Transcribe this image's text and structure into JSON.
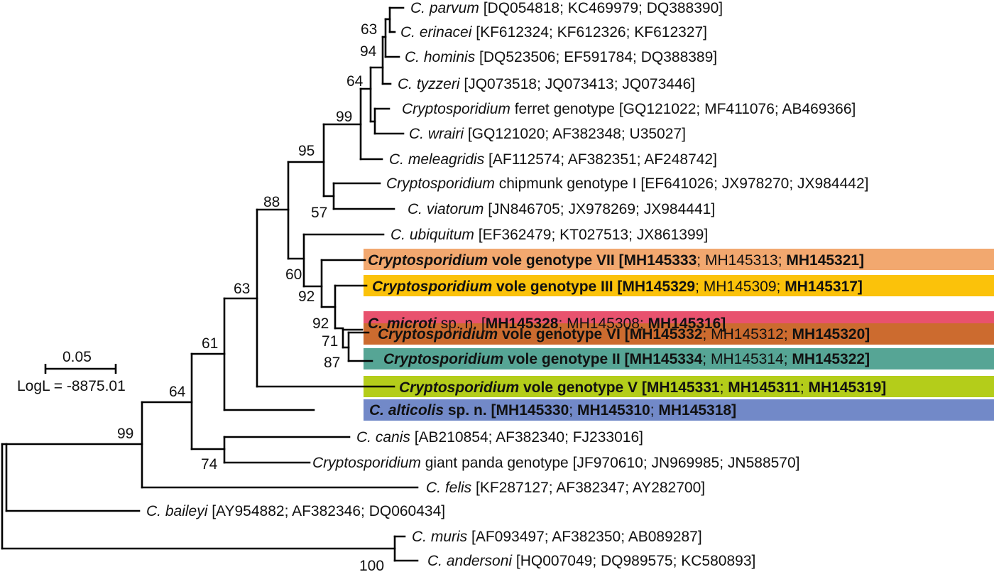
{
  "scale_bar": {
    "value": "0.05",
    "logl": "LogL = -8875.01"
  },
  "taxa": [
    {
      "id": "parvum",
      "species": "C. parvum",
      "accessions": [
        {
          "acc": "DQ054818"
        },
        {
          "acc": "KC469979"
        },
        {
          "acc": "DQ388390"
        }
      ]
    },
    {
      "id": "erinacei",
      "species": "C. erinacei",
      "accessions": [
        {
          "acc": "KF612324"
        },
        {
          "acc": "KF612326"
        },
        {
          "acc": "KF612327"
        }
      ]
    },
    {
      "id": "hominis",
      "species": "C. hominis",
      "accessions": [
        {
          "acc": "DQ523506"
        },
        {
          "acc": "EF591784"
        },
        {
          "acc": "DQ388389"
        }
      ]
    },
    {
      "id": "tyzzeri",
      "species": "C. tyzzeri",
      "accessions": [
        {
          "acc": "JQ073518"
        },
        {
          "acc": "JQ073413"
        },
        {
          "acc": "JQ073446"
        }
      ]
    },
    {
      "id": "ferret",
      "species": "Cryptosporidium",
      "suffix": "ferret genotype",
      "accessions": [
        {
          "acc": "GQ121022"
        },
        {
          "acc": "MF411076"
        },
        {
          "acc": "AB469366"
        }
      ]
    },
    {
      "id": "wrairi",
      "species": "C. wrairi",
      "accessions": [
        {
          "acc": "GQ121020"
        },
        {
          "acc": "AF382348"
        },
        {
          "acc": "U35027"
        }
      ]
    },
    {
      "id": "meleagridis",
      "species": "C. meleagridis",
      "accessions": [
        {
          "acc": "AF112574"
        },
        {
          "acc": "AF382351"
        },
        {
          "acc": "AF248742"
        }
      ]
    },
    {
      "id": "chipmunk",
      "species": "Cryptosporidium",
      "suffix": "chipmunk genotype I",
      "accessions": [
        {
          "acc": "EF641026"
        },
        {
          "acc": "JX978270"
        },
        {
          "acc": "JX984442"
        }
      ]
    },
    {
      "id": "viatorum",
      "species": "C. viatorum",
      "accessions": [
        {
          "acc": "JN846705"
        },
        {
          "acc": "JX978269"
        },
        {
          "acc": "JX984441"
        }
      ]
    },
    {
      "id": "ubiquitum",
      "species": "C. ubiquitum",
      "accessions": [
        {
          "acc": "EF362479"
        },
        {
          "acc": "KT027513"
        },
        {
          "acc": "JX861399"
        }
      ]
    },
    {
      "id": "voleVII",
      "species": "Cryptosporidium",
      "suffix": "vole genotype VII",
      "bold": true,
      "highlight": "#f2a86f",
      "accessions": [
        {
          "acc": "MH145333",
          "bold": true
        },
        {
          "acc": "MH145313",
          "bold": false
        },
        {
          "acc": "MH145321",
          "bold": true
        }
      ]
    },
    {
      "id": "voleIII",
      "species": "Cryptosporidium",
      "suffix": "vole genotype III",
      "bold": true,
      "highlight": "#fbc20a",
      "accessions": [
        {
          "acc": "MH145329",
          "bold": true
        },
        {
          "acc": "MH145309",
          "bold": false
        },
        {
          "acc": "MH145317",
          "bold": true
        }
      ]
    },
    {
      "id": "microti",
      "species": "C. microti",
      "suffix": "sp. n.",
      "bold": false,
      "highlight": "#e8526e",
      "accessions": [
        {
          "acc": "MH145328",
          "bold": true
        },
        {
          "acc": "MH145308",
          "bold": false
        },
        {
          "acc": "MH145316",
          "bold": true
        }
      ]
    },
    {
      "id": "voleVI",
      "species": "Cryptosporidium",
      "suffix": "vole genotype VI",
      "bold": true,
      "highlight": "#cc6b2f",
      "accessions": [
        {
          "acc": "MH145332",
          "bold": true
        },
        {
          "acc": "MH145312",
          "bold": false
        },
        {
          "acc": "MH145320",
          "bold": true
        }
      ]
    },
    {
      "id": "voleII",
      "species": "Cryptosporidium",
      "suffix": "vole genotype II",
      "bold": true,
      "highlight": "#56a595",
      "accessions": [
        {
          "acc": "MH145334",
          "bold": true
        },
        {
          "acc": "MH145314",
          "bold": false
        },
        {
          "acc": "MH145322",
          "bold": true
        }
      ]
    },
    {
      "id": "voleV",
      "species": "Cryptosporidium",
      "suffix": "vole genotype V",
      "bold": true,
      "highlight": "#b4cd1a",
      "accessions": [
        {
          "acc": "MH145331",
          "bold": true
        },
        {
          "acc": "MH145311",
          "bold": true
        },
        {
          "acc": "MH145319",
          "bold": true
        }
      ]
    },
    {
      "id": "alticolis",
      "species": "C. alticolis",
      "suffix": "sp. n.",
      "bold": true,
      "highlight": "#7289c8",
      "accessions": [
        {
          "acc": "MH145330",
          "bold": true
        },
        {
          "acc": "MH145310",
          "bold": true
        },
        {
          "acc": "MH145318",
          "bold": true
        }
      ]
    },
    {
      "id": "canis",
      "species": "C. canis",
      "accessions": [
        {
          "acc": "AB210854"
        },
        {
          "acc": "AF382340"
        },
        {
          "acc": "FJ233016"
        }
      ]
    },
    {
      "id": "panda",
      "species": "Cryptosporidium",
      "suffix": "giant panda genotype",
      "accessions": [
        {
          "acc": "JF970610"
        },
        {
          "acc": "JN969985"
        },
        {
          "acc": "JN588570"
        }
      ]
    },
    {
      "id": "felis",
      "species": "C. felis",
      "accessions": [
        {
          "acc": "KF287127"
        },
        {
          "acc": "AF382347"
        },
        {
          "acc": "AY282700"
        }
      ]
    },
    {
      "id": "baileyi",
      "species": "C. baileyi",
      "accessions": [
        {
          "acc": "AY954882"
        },
        {
          "acc": "AF382346"
        },
        {
          "acc": "DQ060434"
        }
      ]
    },
    {
      "id": "muris",
      "species": "C. muris",
      "accessions": [
        {
          "acc": "AF093497"
        },
        {
          "acc": "AF382350"
        },
        {
          "acc": "AB089287"
        }
      ]
    },
    {
      "id": "andersoni",
      "species": "C. andersoni",
      "accessions": [
        {
          "acc": "HQ007049"
        },
        {
          "acc": "DQ989575"
        },
        {
          "acc": "KC580893"
        }
      ]
    }
  ],
  "bootstrap": [
    "63",
    "94",
    "64",
    "99",
    "95",
    "57",
    "88",
    "60",
    "92",
    "92",
    "71",
    "87",
    "63",
    "61",
    "64",
    "99",
    "74",
    "100"
  ]
}
